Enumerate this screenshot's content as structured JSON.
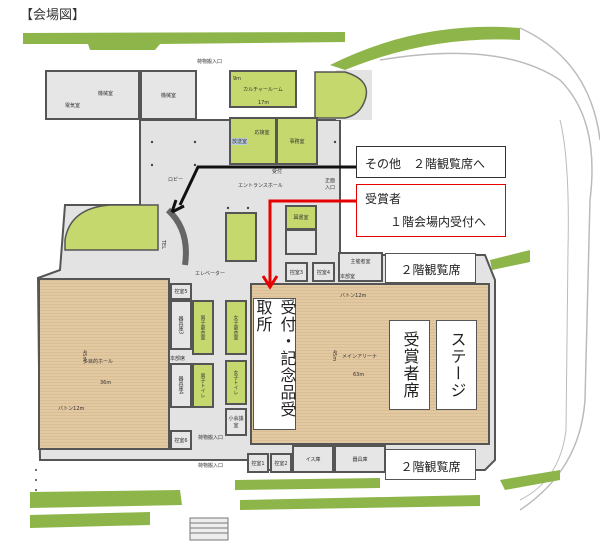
{
  "title": "【会場図】",
  "colors": {
    "room_green": "#c5d86d",
    "floor_tan": "#e3c9a2",
    "red_arrow": "#e60000",
    "black_arrow": "#111111"
  },
  "rooms": {
    "denki": "電気室",
    "kikai1": "機械室",
    "kikai2": "機械室",
    "nimotsu_top": "荷物搬入口",
    "culture": "カルチャールーム",
    "culture_w": "9m",
    "culture_l": "17m",
    "ousetsu": "応接室",
    "housou": "放送室",
    "jimu": "事務室",
    "uketsuke_small": "受付",
    "lobby": "ロビー",
    "entrance": "エントランスホール",
    "shoumen": "正面入口",
    "tosho": "図書室",
    "elevator": "エレベーター",
    "hikae3": "控室3",
    "hikae4": "控室4",
    "shusai": "主催者室",
    "honbu": "本部室",
    "hikae5": "控室5",
    "kigu3": "器具庫3",
    "dansi_kouishitsu": "男子更衣室",
    "joshi_kouishitsu": "女子更衣室",
    "honbuseki": "本部席",
    "kigu4": "器具庫4",
    "dansi_toilet": "男子トイレ",
    "joshi_toilet": "女子トイレ",
    "shoukaigi": "小会議室",
    "hikae6": "控室6",
    "nimotsu_mid": "荷物搬入口",
    "nimotsu_bottom": "荷物搬入口",
    "hikae1": "控室1",
    "hikae2": "控室2",
    "isu": "イス庫",
    "kigu": "器具庫",
    "tel": "TEL"
  },
  "halls": {
    "multi": {
      "name": "多目的ホール",
      "depth": "45m",
      "width": "36m",
      "baton": "バトン12m"
    },
    "main": {
      "name": "メインアリーナ",
      "depth": "45m",
      "width": "63m",
      "baton": "バトン12m"
    }
  },
  "callouts": {
    "other": "その他　２階観覧席へ",
    "awardee_line1": "受賞者",
    "awardee_line2": "１階会場内受付へ",
    "gallery_top": "２階観覧席",
    "gallery_bottom": "２階観覧席"
  },
  "arena_boxes": {
    "reception": "受付・記念品受取所",
    "awardee_seats": "受賞者席",
    "stage": "ステージ"
  }
}
